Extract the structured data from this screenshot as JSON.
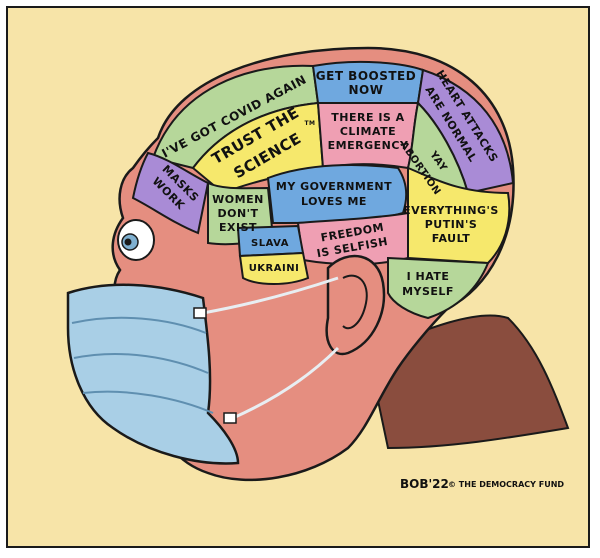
{
  "regions": {
    "covid": "I'VE GOT COVID AGAIN",
    "boosted_1": "GET BOOSTED",
    "boosted_2": "NOW",
    "heart_1": "HEART ATTACKS",
    "heart_2": "ARE NORMAL",
    "trust_1": "TRUST THE",
    "trust_2": "SCIENCE",
    "trust_tm": "TM",
    "climate_1": "THERE IS A",
    "climate_2": "CLIMATE",
    "climate_3": "EMERGENCY",
    "yay_1": "YAY",
    "yay_2": "ABORTION",
    "masks_1": "MASKS",
    "masks_2": "WORK",
    "women_1": "WOMEN",
    "women_2": "DON'T",
    "women_3": "EXIST",
    "govt_1": "MY GOVERNMENT",
    "govt_2": "LOVES ME",
    "freedom_1": "FREEDOM",
    "freedom_2": "IS SELFISH",
    "putin_1": "EVERYTHING'S",
    "putin_2": "PUTIN'S",
    "putin_3": "FAULT",
    "slava": "SLAVA",
    "ukraini": "UKRAINI",
    "hate_1": "I HATE",
    "hate_2": "MYSELF"
  },
  "credit": {
    "signature": "BOB'22",
    "copyright": "© THE DEMOCRACY FUND"
  },
  "colors": {
    "background": "#f7e4a8",
    "skin": "#e58e80",
    "mask": "#a9cfe6",
    "purple": "#a98bd6",
    "blue": "#6fa8df",
    "yellow": "#f6e86c",
    "green": "#b6d79a",
    "pink": "#ef9fb3",
    "shadow": "#8a4d3e"
  }
}
